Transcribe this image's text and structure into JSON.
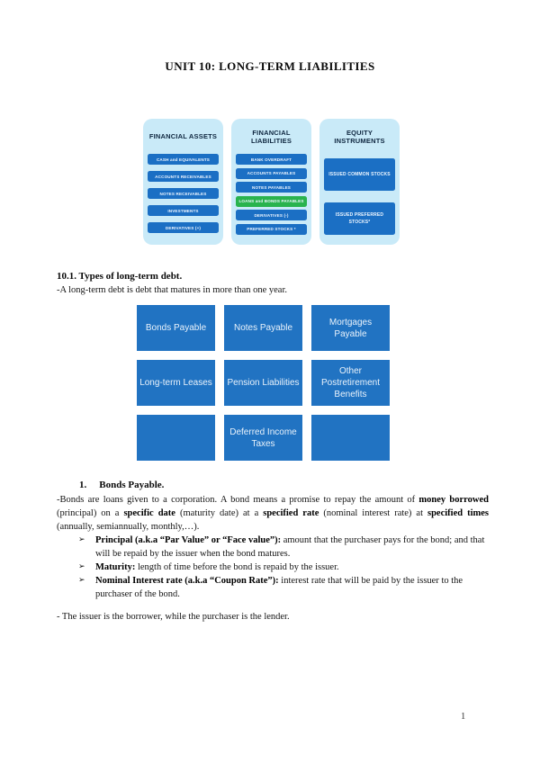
{
  "title": "UNIT 10: LONG-TERM LIABILITIES",
  "colors": {
    "panel_bg": "#c9eaf8",
    "panel_item_blue": "#1b6fc4",
    "panel_item_green": "#29b34e",
    "panel_title_text": "#0f2740",
    "grid_blue": "#2173c2",
    "body_text": "#141414"
  },
  "diagram": {
    "panels": [
      {
        "title": "FINANCIAL ASSETS",
        "items": [
          {
            "label": "CASH and EQUIVALENTS"
          },
          {
            "label": "ACCOUNTS RECEIVABLES"
          },
          {
            "label": "NOTES RECEIVABLES"
          },
          {
            "label": "INVESTMENTS"
          },
          {
            "label": "DERIVATIVES (+)"
          }
        ]
      },
      {
        "title": "FINANCIAL LIABILITIES",
        "items": [
          {
            "label": "BANK OVERDRAFT"
          },
          {
            "label": "ACCOUNTS PAYABLES"
          },
          {
            "label": "NOTES PAYABLES"
          },
          {
            "label": "LOANS and BONDS PAYABLES"
          },
          {
            "label": "DERIVATIVES (-)"
          },
          {
            "label": "PREFERRED STOCKS *"
          }
        ]
      },
      {
        "title": "EQUITY INSTRUMENTS",
        "items": [
          {
            "label": "ISSUED COMMON STOCKS"
          },
          {
            "label": "ISSUED PREFERRED STOCKS*"
          }
        ]
      }
    ]
  },
  "section": {
    "heading": "10.1. Types of long-term debt.",
    "intro": "-A long-term debt is debt that matures in more than one year."
  },
  "grid": {
    "cells": [
      "Bonds Payable",
      "Notes Payable",
      "Mortgages Payable",
      "Long-term Leases",
      "Pension Liabilities",
      "Other Postretirement Benefits",
      "",
      "Deferred Income Taxes",
      ""
    ]
  },
  "bonds": {
    "number": "1.",
    "heading": "Bonds Payable.",
    "intro_segments": [
      {
        "text": "-Bonds are loans given to a corporation. A bond means a promise to repay the amount of ",
        "bold": false
      },
      {
        "text": "money borrowed",
        "bold": true
      },
      {
        "text": " (principal) on a ",
        "bold": false
      },
      {
        "text": "specific date",
        "bold": true
      },
      {
        "text": " (maturity date) at a ",
        "bold": false
      },
      {
        "text": "specified rate",
        "bold": true
      },
      {
        "text": " (nominal interest rate) at ",
        "bold": false
      },
      {
        "text": "specified times",
        "bold": true
      },
      {
        "text": " (annually, semiannually, monthly,…).",
        "bold": false
      }
    ],
    "bullets": [
      {
        "marker": "➢",
        "segments": [
          {
            "text": "Principal (a.k.a “Par Value” or “Face value”):",
            "bold": true
          },
          {
            "text": " amount that the purchaser pays for the bond; and that will be repaid by the issuer when the bond matures.",
            "bold": false
          }
        ]
      },
      {
        "marker": "➢",
        "segments": [
          {
            "text": "Maturity:",
            "bold": true
          },
          {
            "text": " length of time before the bond is repaid by the issuer.",
            "bold": false
          }
        ]
      },
      {
        "marker": "➢",
        "segments": [
          {
            "text": "Nominal Interest rate (a.k.a “Coupon Rate”):",
            "bold": true
          },
          {
            "text": " interest rate that will be paid by the issuer to the purchaser of the bond.",
            "bold": false
          }
        ]
      }
    ],
    "closing": "- The issuer is the borrower, while the purchaser is the lender."
  },
  "page": {
    "number": "1"
  }
}
